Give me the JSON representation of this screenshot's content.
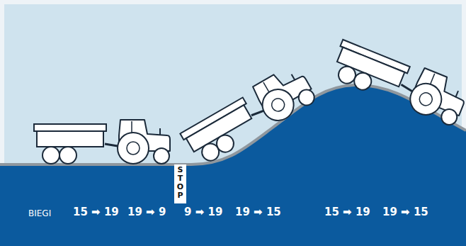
{
  "diagram": {
    "nodes": [
      {
        "text": [
          "STOP"
        ]
      }
    ],
    "labels": [
      "BIEGI",
      "15 ➡ 19",
      "19 ➡ 9",
      "9 ➡ 19",
      "19 ➡ 15",
      "15 ➡ 19",
      "19 ➡ 15"
    ]
  }
}
